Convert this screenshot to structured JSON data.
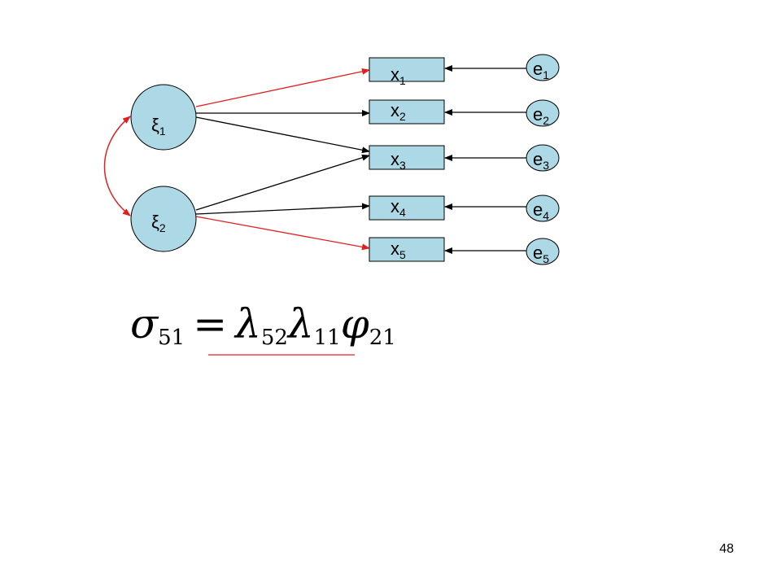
{
  "colors": {
    "node_fill": "#add8e6",
    "edge_black": "#000000",
    "edge_red": "#e02020",
    "underline": "#e02020"
  },
  "latent": [
    {
      "id": "xi1",
      "symbol": "ξ",
      "sub": "1"
    },
    {
      "id": "xi2",
      "symbol": "ξ",
      "sub": "2"
    }
  ],
  "indicators": [
    {
      "id": "x1",
      "symbol": "x",
      "sub": "1"
    },
    {
      "id": "x2",
      "symbol": "x",
      "sub": "2"
    },
    {
      "id": "x3",
      "symbol": "x",
      "sub": "3"
    },
    {
      "id": "x4",
      "symbol": "x",
      "sub": "4"
    },
    {
      "id": "x5",
      "symbol": "x",
      "sub": "5"
    }
  ],
  "errors": [
    {
      "id": "e1",
      "symbol": "e",
      "sub": "1"
    },
    {
      "id": "e2",
      "symbol": "e",
      "sub": "2"
    },
    {
      "id": "e3",
      "symbol": "e",
      "sub": "3"
    },
    {
      "id": "e4",
      "symbol": "e",
      "sub": "4"
    },
    {
      "id": "e5",
      "symbol": "e",
      "sub": "5"
    }
  ],
  "loadings": [
    {
      "from": "xi1",
      "to": "x1",
      "color": "red"
    },
    {
      "from": "xi1",
      "to": "x2",
      "color": "black"
    },
    {
      "from": "xi1",
      "to": "x3",
      "color": "black"
    },
    {
      "from": "xi2",
      "to": "x3",
      "color": "black"
    },
    {
      "from": "xi2",
      "to": "x4",
      "color": "black"
    },
    {
      "from": "xi2",
      "to": "x5",
      "color": "red"
    }
  ],
  "covariance": {
    "between": [
      "xi1",
      "xi2"
    ],
    "color": "red"
  },
  "equation": {
    "lhs": "σ",
    "lhs_sub": "51",
    "op": "=",
    "terms": [
      {
        "symbol": "λ",
        "sub": "52"
      },
      {
        "symbol": "λ",
        "sub": "11"
      },
      {
        "symbol": "φ",
        "sub": "21"
      }
    ]
  },
  "page_number": "48"
}
